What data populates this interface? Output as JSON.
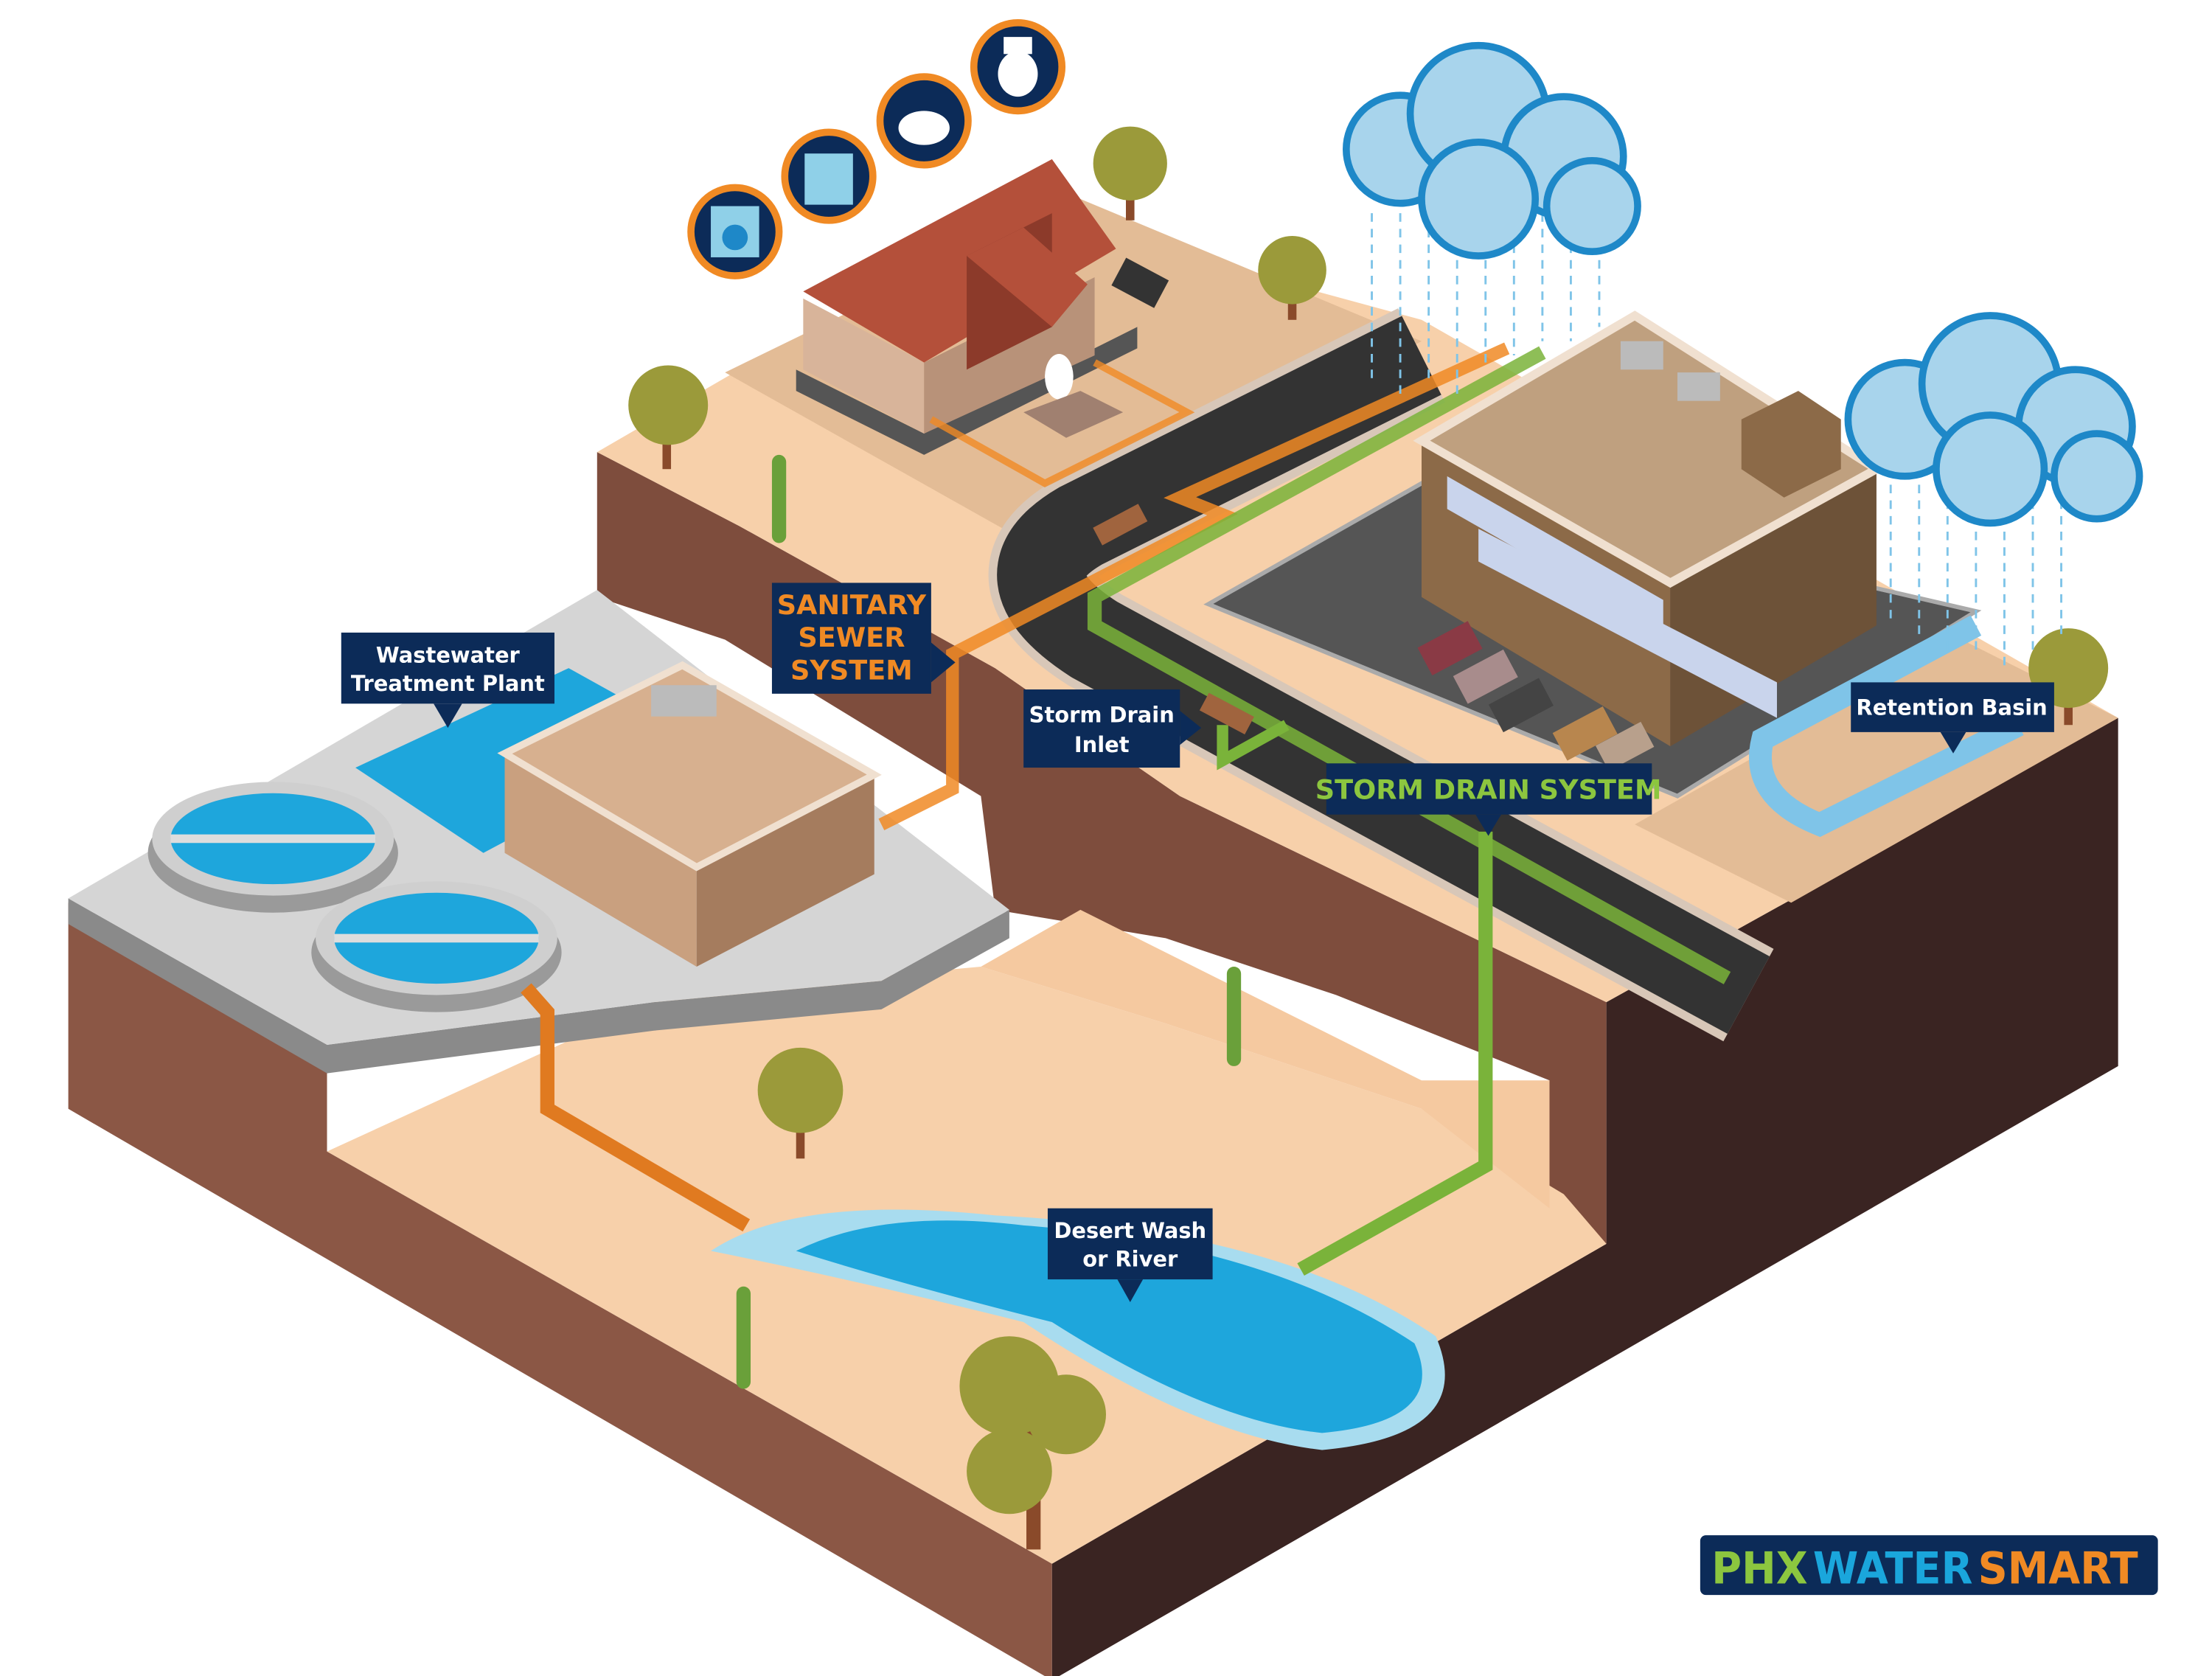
{
  "labels": {
    "wastewater": [
      "Wastewater",
      "Treatment Plant"
    ],
    "sanitary": [
      "SANITARY",
      "SEWER",
      "SYSTEM"
    ],
    "storm_inlet": [
      "Storm Drain",
      "Inlet"
    ],
    "storm_system": "STORM DRAIN SYSTEM",
    "retention": "Retention Basin",
    "desert_wash": [
      "Desert Wash",
      "or River"
    ]
  },
  "logo": {
    "part1": "PHX",
    "part2": "WATER",
    "part3": "SMART"
  },
  "icons": [
    "washing-machine-icon",
    "shower-icon",
    "sink-icon",
    "toilet-icon"
  ],
  "colors": {
    "navy": "#0c2b58",
    "sewer_orange": "#f08a24",
    "storm_green": "#8cc63f",
    "water_blue": "#1ea6dc",
    "logo_blue": "#1aa6dc",
    "sand": "#f7d0aa",
    "earth": "#8b5745",
    "dark_earth": "#3a2422"
  }
}
